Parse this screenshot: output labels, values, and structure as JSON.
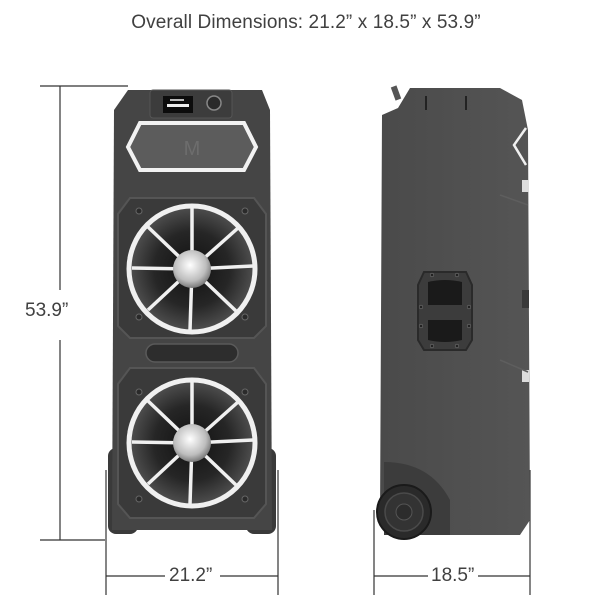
{
  "title": "Overall Dimensions:  21.2” x 18.5” x 53.9”",
  "dimensions": {
    "height_label": "53.9”",
    "width_label": "21.2”",
    "depth_label": "18.5”"
  },
  "views": {
    "front": "front-view",
    "side": "side-view"
  },
  "colors": {
    "body": "#4a4a4a",
    "body_dark": "#2e2e2e",
    "accent_white": "#f2f2f2",
    "dimension_line": "#333333"
  }
}
